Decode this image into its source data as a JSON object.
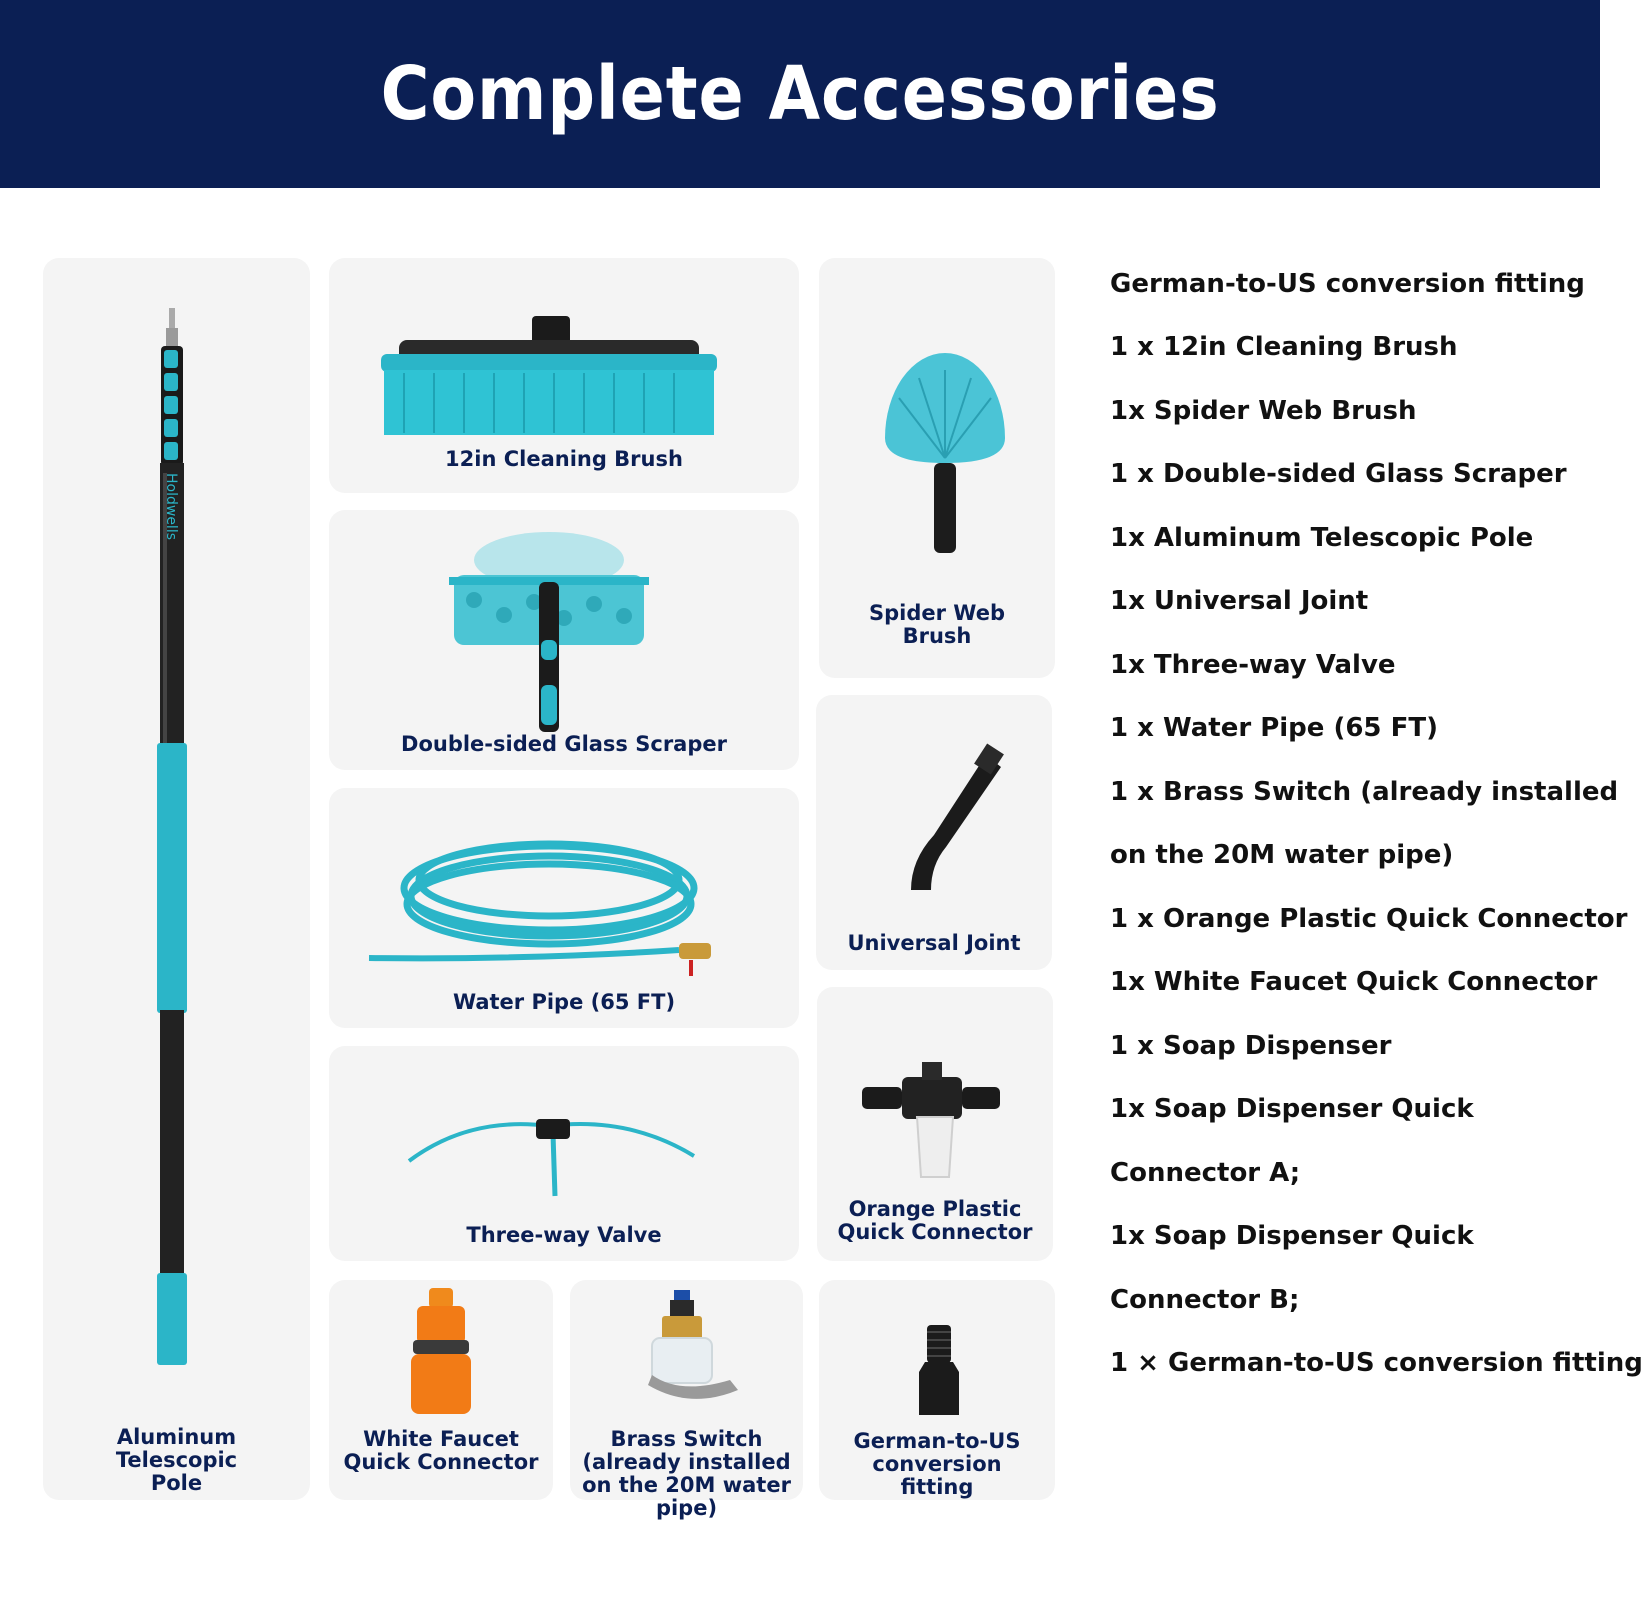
{
  "header": {
    "title": "Complete Accessories"
  },
  "colors": {
    "navy": "#0b1f54",
    "teal": "#2bb5c8",
    "card": "#f4f4f4",
    "text": "#111111"
  },
  "cards": {
    "pole": {
      "label": "Aluminum Telescopic Pole",
      "brand": "Holdwells"
    },
    "brush": {
      "label": "12in Cleaning Brush"
    },
    "spider": {
      "label": "Spider Web Brush"
    },
    "scraper": {
      "label": "Double-sided Glass Scraper"
    },
    "joint": {
      "label": "Universal Joint"
    },
    "pipe": {
      "label": "Water Pipe (65 FT)"
    },
    "valve": {
      "label": "Three-way Valve"
    },
    "orange": {
      "label": "Orange Plastic Quick Connector"
    },
    "faucet": {
      "label": "White Faucet Quick Connector"
    },
    "brass": {
      "label": "Brass Switch (already installed on the 20M water pipe)"
    },
    "german": {
      "label": "German-to-US conversion fitting"
    }
  },
  "list": [
    "German-to-US conversion fitting",
    "1 x 12in Cleaning Brush",
    "1x Spider Web Brush",
    "1 x Double-sided Glass Scraper",
    "1x Aluminum Telescopic Pole",
    "1x Universal Joint",
    "1x Three-way Valve",
    "1 x Water Pipe (65 FT)",
    "1 x Brass Switch (already installed",
    "on the 20M water pipe)",
    "1 x Orange Plastic Quick Connector",
    "1x White Faucet Quick Connector",
    "1 x Soap Dispenser",
    "1x Soap Dispenser Quick",
    "Connector A;",
    "1x Soap Dispenser Quick",
    "Connector B;",
    "1 × German-to-US conversion fitting"
  ]
}
